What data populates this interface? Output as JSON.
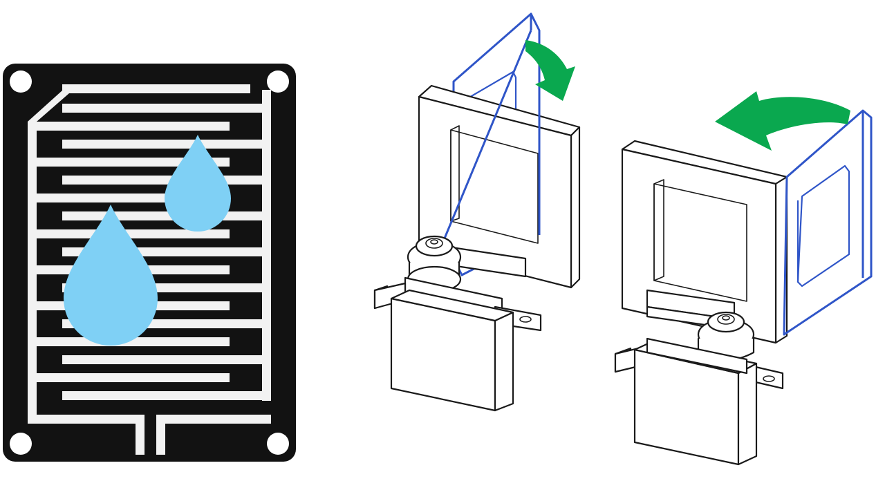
{
  "figure": {
    "panels": [
      {
        "name": "rain-sensor-board",
        "description_icon": "rain-sensor-icon"
      },
      {
        "name": "servo-panel-open",
        "description_icon": "servo-icon"
      },
      {
        "name": "servo-panel-closed",
        "description_icon": "servo-icon"
      }
    ]
  },
  "colors": {
    "board": "#121212",
    "traces": "#f2f2f2",
    "droplet": "#7fd0f5",
    "arrow": "#0aa84f",
    "frame_outline": "#2f55c8",
    "line_art": "#1a1a1a",
    "background": "#ffffff"
  },
  "arrows": [
    {
      "name": "rotate-arrow-clockwise",
      "direction": "clockwise"
    },
    {
      "name": "rotate-arrow-counterclockwise",
      "direction": "counterclockwise"
    }
  ]
}
